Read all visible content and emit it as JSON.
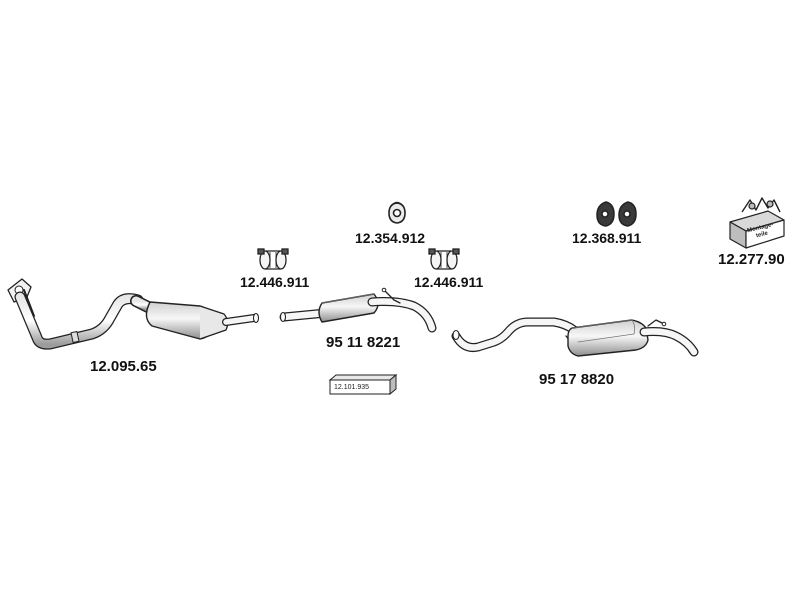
{
  "parts": {
    "front_pipe": {
      "number": "12.095.65",
      "icon": "front-pipe-with-catalyst"
    },
    "clamp_left": {
      "number": "12.446.911",
      "icon": "pipe-clamp"
    },
    "mount_single": {
      "number": "12.354.912",
      "icon": "rubber-mount"
    },
    "clamp_right": {
      "number": "12.446.911",
      "icon": "pipe-clamp"
    },
    "mount_double": {
      "number": "12.368.911",
      "icon": "rubber-mount-pair"
    },
    "mounting_kit": {
      "number": "12.277.90",
      "label_line1": "Montage-",
      "label_line2": "teile",
      "icon": "mounting-parts-box"
    },
    "middle_silencer": {
      "number": "95 11 8221",
      "icon": "middle-silencer"
    },
    "rear_silencer": {
      "number": "95 17 8820",
      "icon": "rear-silencer"
    },
    "heat_shield_tag": {
      "number": "12.101.935",
      "icon": "part-tag"
    }
  },
  "colors": {
    "stroke": "#222222",
    "fill": "#f4f4f4",
    "shade": "#bdbdbd"
  }
}
